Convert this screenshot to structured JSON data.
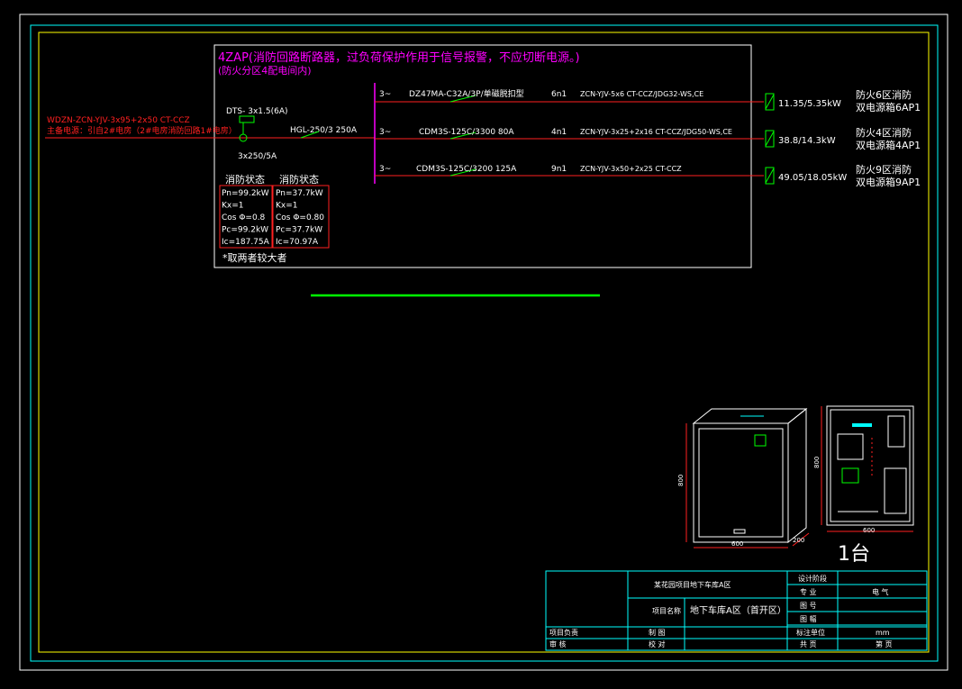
{
  "panel": {
    "title": "4ZAP(消防回路断路器，过负荷保护作用于信号报警，不应切断电源。)",
    "subtitle": "(防火分区4配电间内)"
  },
  "incoming": {
    "cable": "WDZN-ZCN-YJV-3x95+2x50 CT-CCZ",
    "source": "主备电源：引自2#电房（2#电房消防回路1#电房）",
    "dts_label": "DTS- 3x1.5(6A)",
    "ct_label": "3x250/5A",
    "breaker_label": "HGL-250/3 250A"
  },
  "circuits": [
    {
      "phase": "3~",
      "breaker": "DZ47MA-C32A/3P/单磁脱扣型",
      "circuit_no": "6n1",
      "cable": "ZCN-YJV-5x6 CT-CCZ/JDG32-WS,CE",
      "load": "11.35/5.35kW",
      "dest_line1": "防火6区消防",
      "dest_line2": "双电源箱6AP1"
    },
    {
      "phase": "3~",
      "breaker": "CDM3S-125C/3300 80A",
      "circuit_no": "4n1",
      "cable": "ZCN-YJV-3x25+2x16 CT-CCZ/JDG50-WS,CE",
      "load": "38.8/14.3kW",
      "dest_line1": "防火4区消防",
      "dest_line2": "双电源箱4AP1"
    },
    {
      "phase": "3~",
      "breaker": "CDM3S-125C/3200 125A",
      "circuit_no": "9n1",
      "cable": "ZCN-YJV-3x50+2x25 CT-CCZ",
      "load": "49.05/18.05kW",
      "dest_line1": "防火9区消防",
      "dest_line2": "双电源箱9AP1"
    }
  ],
  "load_calc": {
    "fire_header": "消防状态",
    "nonfire_header": "消防状态",
    "fire_rows": [
      "Pn=99.2kW",
      "Kx=1",
      "Cos Φ=0.8",
      "Pc=99.2kW",
      "Ic=187.75A"
    ],
    "nonfire_rows": [
      "Pn=37.7kW",
      "Kx=1",
      "Cos Φ=0.80",
      "Pc=37.7kW",
      "Ic=70.97A"
    ],
    "note": "*取两者较大者"
  },
  "cabinet": {
    "width_label": "600",
    "height_label": "800",
    "depth_label": "200",
    "front_width": "600",
    "front_height": "800",
    "quantity": "1台"
  },
  "title_block": {
    "project_name": "某花园项目地下车库A区",
    "item_label": "项目名称",
    "item_value": "地下车库A区（首开区）",
    "design_stage": "设计阶段",
    "discipline_label": "专 业",
    "discipline_value": "电 气",
    "drawing_no_label": "图 号",
    "scale_label": "图 幅",
    "unit_label": "标注单位",
    "unit_value": "mm",
    "sheet_label": "共 页",
    "page_label": "第 页",
    "project_lead": "项目负责",
    "reviewer": "审 核",
    "drawn": "制 图",
    "checked": "校 对"
  },
  "colors": {
    "magenta": "#ff00ff",
    "red": "#ff2020",
    "green": "#00ff00",
    "cyan": "#00ffff",
    "yellow": "#ffff00",
    "white": "#ffffff"
  }
}
